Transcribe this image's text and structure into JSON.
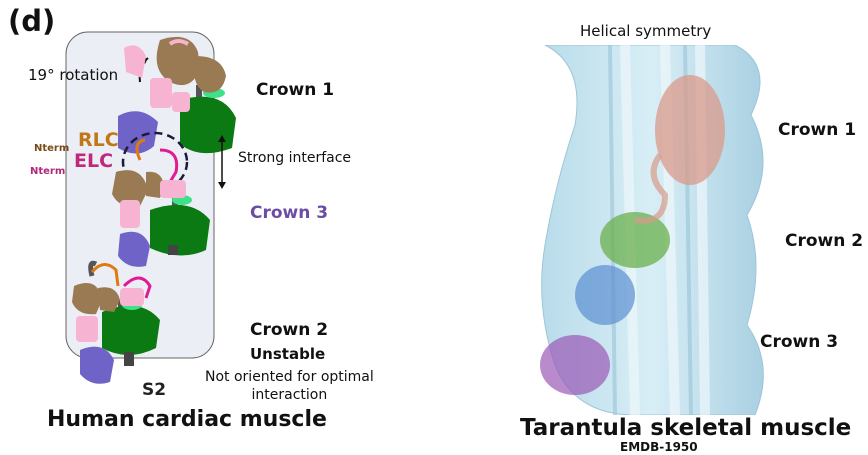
{
  "left": {
    "panel_label": "(d)",
    "rotation": "19° rotation",
    "nterm_rlc_prefix": "Nterm",
    "rlc": "RLC",
    "nterm_elc_prefix": "Nterm",
    "elc": "ELC",
    "crown1": "Crown 1",
    "strong_interface": "Strong interface",
    "crown3": "Crown 3",
    "crown2": "Crown 2",
    "unstable": "Unstable",
    "not_oriented_1": "Not oriented for optimal",
    "not_oriented_2": "interaction",
    "s2": "S2",
    "title": "Human cardiac muscle",
    "colors": {
      "head_brown": "#9a7a52",
      "elc_pink": "#f7b3d2",
      "rlc_purple": "#6f63c7",
      "heavy_green": "#0c7a12",
      "neck_gray": "#555555",
      "loop_orange": "#e07a10",
      "loop_magenta": "#e01a90",
      "band_bg": "#eceef6"
    }
  },
  "right": {
    "helical": "Helical symmetry",
    "crown1": "Crown 1",
    "crown2": "Crown 2",
    "crown3": "Crown 3",
    "title": "Tarantula skeletal muscle",
    "emdb": "EMDB-1950",
    "colors": {
      "density": "#cfe8f2",
      "salmon": "#d99a8a",
      "green": "#6ab04c",
      "blue": "#5b8fd1",
      "purple": "#9b59b6"
    }
  }
}
